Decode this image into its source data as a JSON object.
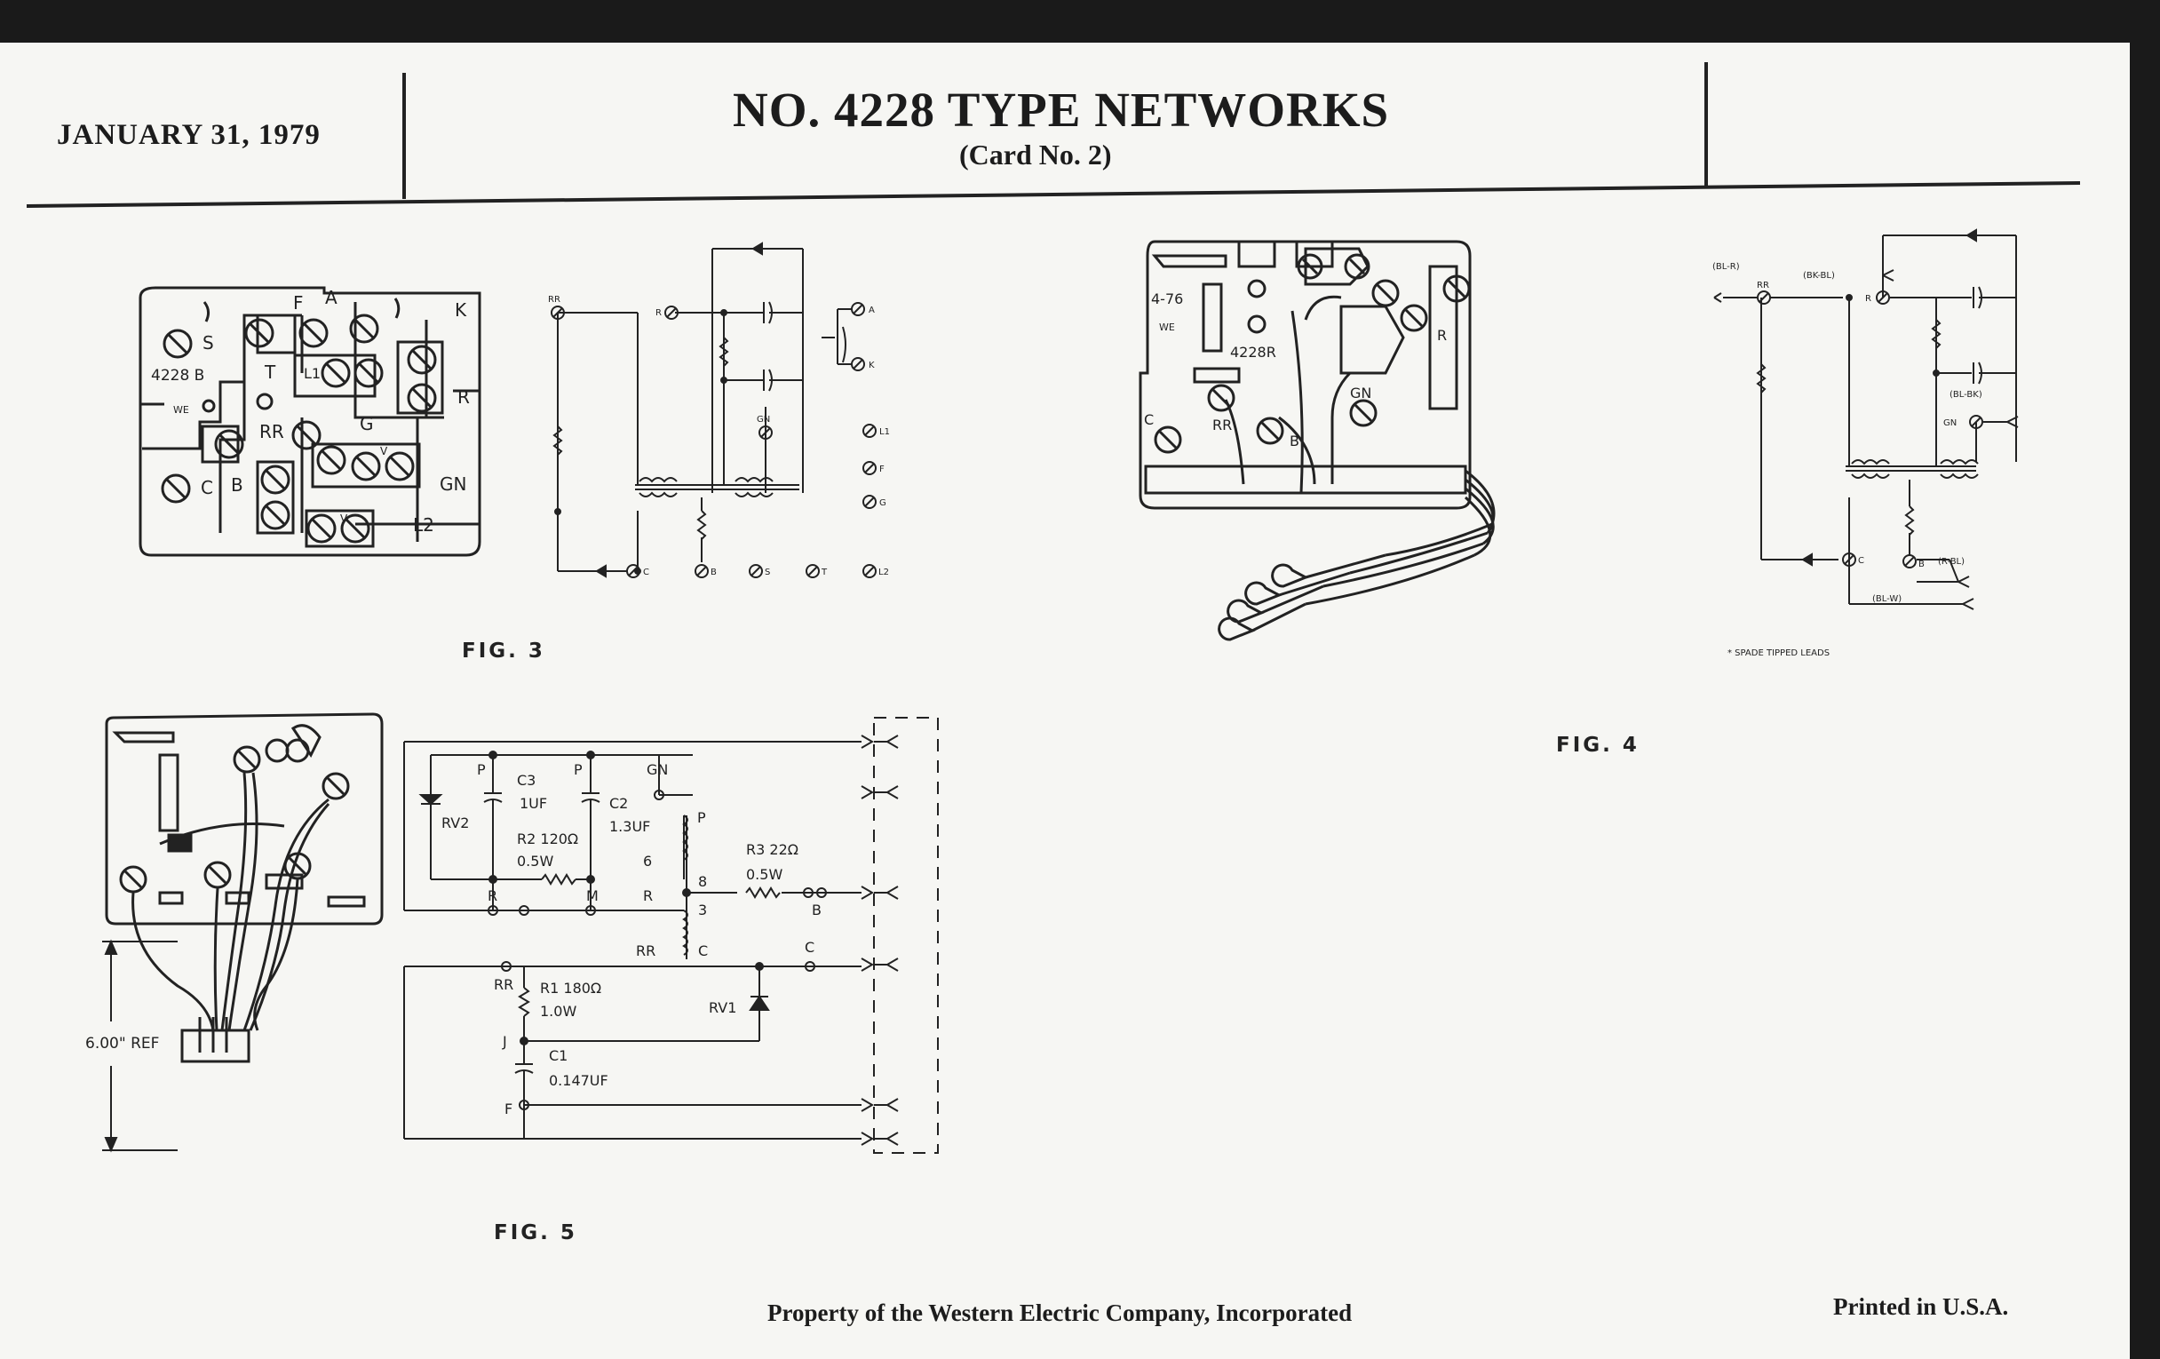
{
  "header": {
    "date": "JANUARY 31, 1979",
    "title": "NO. 4228 TYPE NETWORKS",
    "subtitle": "(Card No. 2)"
  },
  "fig3": {
    "label": "FIG. 3",
    "network_labels": [
      "S",
      "4228 B",
      "WE",
      "F",
      "A",
      "K",
      "T",
      "L1",
      "R",
      "G",
      "RR",
      "C",
      "B",
      "V",
      "GN",
      "L2",
      "V"
    ],
    "schematic_labels": [
      "RR",
      "R",
      "GN",
      "A",
      "K",
      "L1",
      "F",
      "G",
      "C",
      "B",
      "S",
      "T",
      "L2"
    ]
  },
  "fig4": {
    "label": "FIG. 4",
    "network_labels": [
      "4-76",
      "WE",
      "4228R",
      "C",
      "RR",
      "B",
      "GN",
      "R"
    ],
    "schematic_labels": [
      "(BL-R)",
      "(BK-BL)",
      "RR",
      "R",
      "(BL-BK)",
      "GN",
      "C",
      "B",
      "(R-BL)",
      "(BL-W)"
    ],
    "note": "* SPADE TIPPED LEADS"
  },
  "fig5": {
    "label": "FIG. 5",
    "dimension": "6.00\" REF",
    "labels": [
      "P",
      "C3",
      "1UF",
      "P",
      "C2",
      "1.3UF",
      "GN",
      "RV2",
      "R2 120Ω",
      "0.5W",
      "6",
      "P",
      "R",
      "M",
      "R",
      "8",
      "3",
      "R3 22Ω",
      "0.5W",
      "B",
      "RR",
      "C",
      "C",
      "RR",
      "R1 180Ω",
      "1.0W",
      "RV1",
      "J",
      "C1",
      "0.147UF",
      "F"
    ]
  },
  "footer": {
    "property": "Property of the Western Electric Company, Incorporated",
    "printed": "Printed in U.S.A."
  }
}
